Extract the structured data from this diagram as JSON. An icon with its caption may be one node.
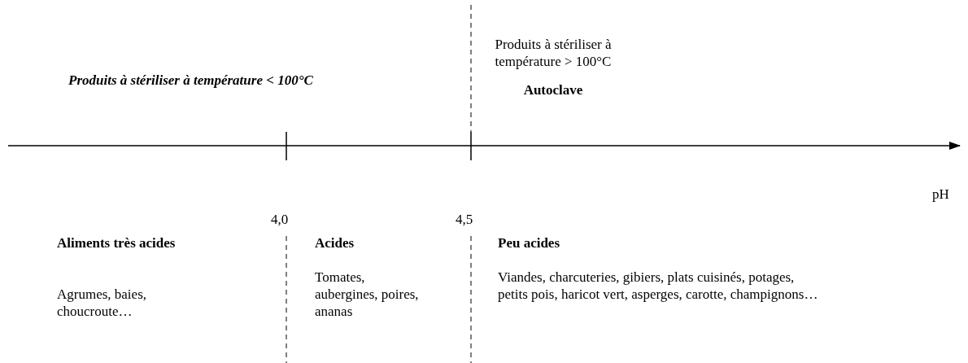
{
  "diagram": {
    "labels": [
      "Produits à stériliser à température < 100°C",
      "Produits à stériliser à température > 100°C",
      "Autoclave",
      "pH",
      "4,0",
      "4,5",
      "Aliments très acides",
      "Acides",
      "Peu acides",
      "Agrumes, baies, choucroute…",
      "Tomates, aubergines, poires, ananas",
      "Viandes, charcuteries, gibiers, plats cuisinés, potages, petits pois, haricot vert, asperges, carotte, champignons…"
    ]
  }
}
